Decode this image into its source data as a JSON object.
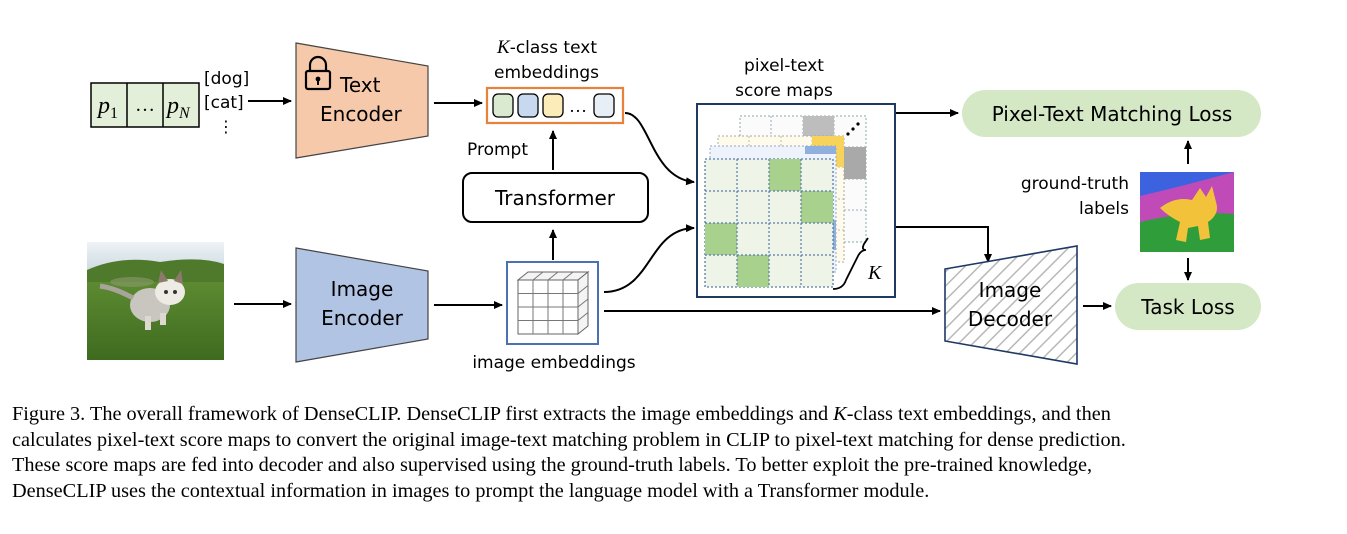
{
  "figure": {
    "prompt_tokens": {
      "first": "p",
      "first_sub": "1",
      "ellipsis": "…",
      "last": "p",
      "last_sub": "N"
    },
    "class_names": [
      "[dog]",
      "[cat]",
      "⋮"
    ],
    "text_encoder": {
      "line1": "Text",
      "line2": "Encoder",
      "lock_icon": "lock-icon",
      "color": "#f7c9ab"
    },
    "kclass_label": {
      "k": "K",
      "line1_rest": "-class text",
      "line2": "embeddings"
    },
    "embedding_ellipsis": "…",
    "prompt_label": "Prompt",
    "transformer_label": "Transformer",
    "image_encoder": {
      "line1": "Image",
      "line2": "Encoder",
      "color": "#b2c4e4"
    },
    "image_embeddings_label": "image embeddings",
    "score_maps_label": {
      "line1": "pixel-text",
      "line2": "score maps"
    },
    "k_brace_label": "K",
    "pixel_text_loss": "Pixel-Text Matching Loss",
    "ground_truth_label": {
      "line1": "ground-truth",
      "line2": "labels"
    },
    "image_decoder": {
      "line1": "Image",
      "line2": "Decoder"
    },
    "task_loss": "Task Loss",
    "loss_color": "#d5e8c6"
  },
  "caption": {
    "lines": [
      {
        "pre": "Figure 3. The overall framework of DenseCLIP. DenseCLIP first extracts the image embeddings and ",
        "k": "K",
        "post": "-class text embeddings, and then"
      },
      {
        "pre": "calculates pixel-text score maps to convert the original image-text matching problem in CLIP to pixel-text matching for dense prediction."
      },
      {
        "pre": "These score maps are fed into decoder and also supervised using the ground-truth labels.  To better exploit the pre-trained knowledge,"
      },
      {
        "pre": "DenseCLIP uses the contextual information in images to prompt the language model with a Transformer module."
      }
    ]
  }
}
